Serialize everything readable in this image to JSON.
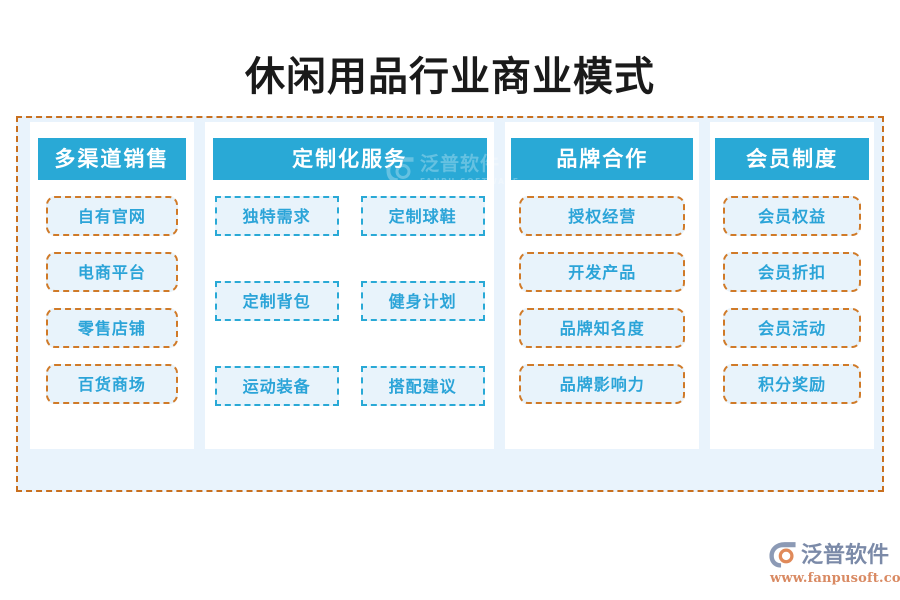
{
  "page": {
    "title": "休闲用品行业商业模式"
  },
  "columns": [
    {
      "header": "多渠道销售",
      "layout": "list",
      "style": "pill",
      "items": [
        "自有官网",
        "电商平台",
        "零售店铺",
        "百货商场"
      ]
    },
    {
      "header": "定制化服务",
      "layout": "grid",
      "style": "boxed",
      "items": [
        "独特需求",
        "定制球鞋",
        "定制背包",
        "健身计划",
        "运动装备",
        "搭配建议"
      ]
    },
    {
      "header": "品牌合作",
      "layout": "list",
      "style": "pill",
      "items": [
        "授权经营",
        "开发产品",
        "品牌知名度",
        "品牌影响力"
      ]
    },
    {
      "header": "会员制度",
      "layout": "list",
      "style": "pill",
      "items": [
        "会员权益",
        "会员折扣",
        "会员活动",
        "积分奖励"
      ]
    }
  ],
  "watermark": {
    "name_cn": "泛普软件",
    "name_en": "FANPU SOFTWARE",
    "icon": "fanpu-logo-mark-icon"
  },
  "brand": {
    "name_cn": "泛普软件",
    "url": "www.fanpusoft.com",
    "icon": "fanpu-logo-mark-icon"
  },
  "colors": {
    "header_blue": "#29a9d6",
    "item_text_blue": "#2ba4d8",
    "item_fill": "#e8f3fb",
    "dashed_orange": "#d07a28",
    "frame_orange": "#c9701f",
    "panel_bg": "#e9f3fc",
    "brand_gray": "#7b8aa8",
    "brand_url_orange": "#d98a63"
  }
}
